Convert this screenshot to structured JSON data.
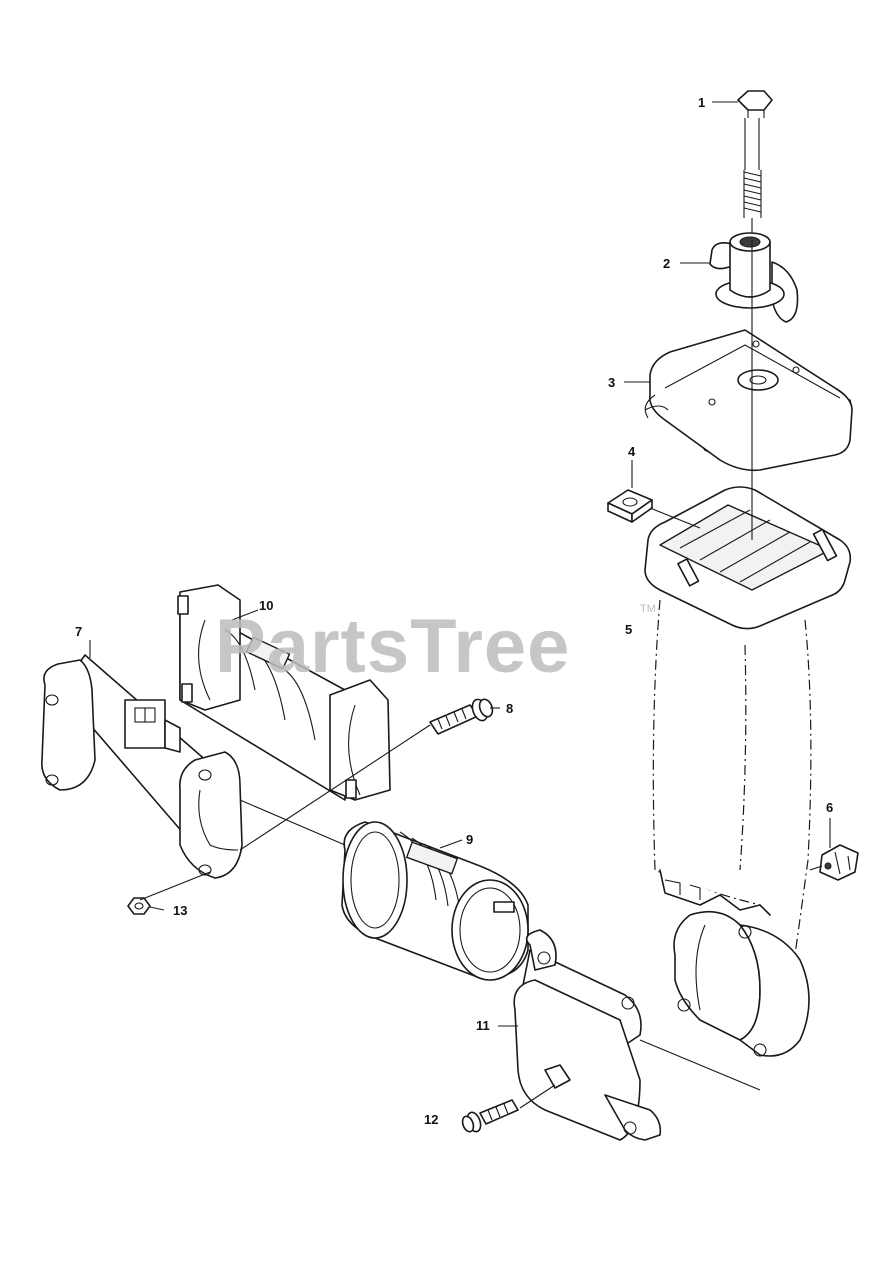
{
  "watermark": {
    "text": "PartsTree",
    "trademark": "TM"
  },
  "callouts": [
    {
      "id": "c1",
      "label": "1"
    },
    {
      "id": "c2",
      "label": "2"
    },
    {
      "id": "c3",
      "label": "3"
    },
    {
      "id": "c4",
      "label": "4"
    },
    {
      "id": "c5",
      "label": "5"
    },
    {
      "id": "c6",
      "label": "6"
    },
    {
      "id": "c7",
      "label": "7"
    },
    {
      "id": "c8",
      "label": "8"
    },
    {
      "id": "c9",
      "label": "9"
    },
    {
      "id": "c10",
      "label": "10"
    },
    {
      "id": "c11",
      "label": "11"
    },
    {
      "id": "c12",
      "label": "12"
    },
    {
      "id": "c13",
      "label": "13"
    }
  ]
}
